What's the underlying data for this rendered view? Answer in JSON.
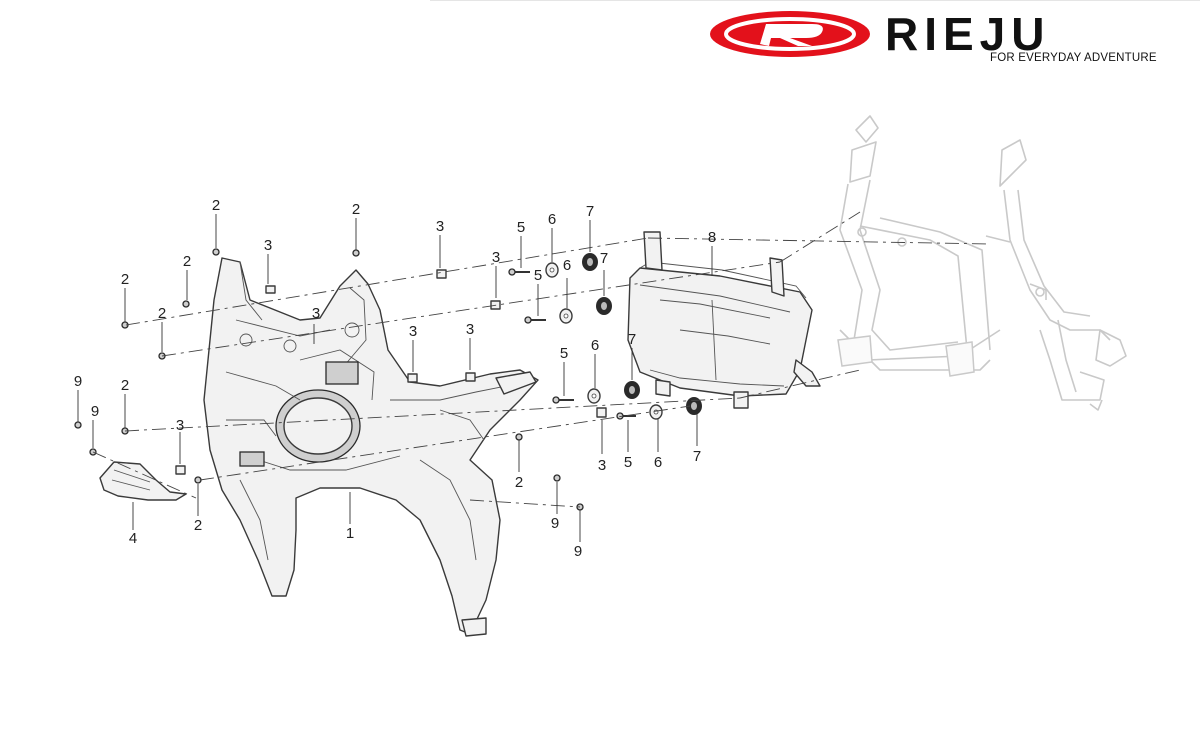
{
  "brand": {
    "wordmark": "RIEJU",
    "tagline": "FOR EVERYDAY ADVENTURE",
    "logo_color": "#e3111b"
  },
  "callouts": [
    {
      "id": "c1",
      "text": "2"
    },
    {
      "id": "c2",
      "text": "3"
    },
    {
      "id": "c3",
      "text": "2"
    },
    {
      "id": "c4",
      "text": "2"
    },
    {
      "id": "c5",
      "text": "2"
    },
    {
      "id": "c6",
      "text": "2"
    },
    {
      "id": "c7",
      "text": "3"
    },
    {
      "id": "c8",
      "text": "3"
    },
    {
      "id": "c9",
      "text": "3"
    },
    {
      "id": "c10",
      "text": "3"
    },
    {
      "id": "c11",
      "text": "3"
    },
    {
      "id": "c12",
      "text": "5"
    },
    {
      "id": "c13",
      "text": "6"
    },
    {
      "id": "c14",
      "text": "7"
    },
    {
      "id": "c15",
      "text": "5"
    },
    {
      "id": "c16",
      "text": "6"
    },
    {
      "id": "c17",
      "text": "7"
    },
    {
      "id": "c18",
      "text": "8"
    },
    {
      "id": "c19",
      "text": "7"
    },
    {
      "id": "c20",
      "text": "5"
    },
    {
      "id": "c21",
      "text": "6"
    },
    {
      "id": "c22",
      "text": "9"
    },
    {
      "id": "c23",
      "text": "9"
    },
    {
      "id": "c24",
      "text": "2"
    },
    {
      "id": "c25",
      "text": "3"
    },
    {
      "id": "c26",
      "text": "4"
    },
    {
      "id": "c27",
      "text": "2"
    },
    {
      "id": "c28",
      "text": "1"
    },
    {
      "id": "c29",
      "text": "2"
    },
    {
      "id": "c30",
      "text": "9"
    },
    {
      "id": "c31",
      "text": "9"
    },
    {
      "id": "c32",
      "text": "3"
    },
    {
      "id": "c33",
      "text": "5"
    },
    {
      "id": "c34",
      "text": "6"
    },
    {
      "id": "c35",
      "text": "7"
    }
  ]
}
